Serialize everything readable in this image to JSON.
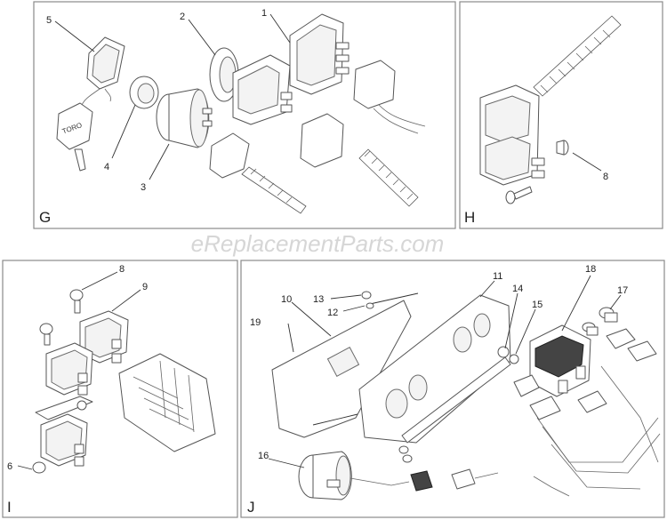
{
  "watermark": "eReplacementParts.com",
  "panels": [
    {
      "id": "G",
      "letter": "G",
      "callouts": [
        "1",
        "2",
        "3",
        "4",
        "5"
      ]
    },
    {
      "id": "H",
      "letter": "H",
      "callouts": [
        "8"
      ]
    },
    {
      "id": "I",
      "letter": "I",
      "callouts": [
        "6",
        "8",
        "9"
      ]
    },
    {
      "id": "J",
      "letter": "J",
      "callouts": [
        "10",
        "11",
        "12",
        "13",
        "14",
        "15",
        "16",
        "17",
        "18",
        "19"
      ]
    }
  ],
  "key_logo": "TORO"
}
